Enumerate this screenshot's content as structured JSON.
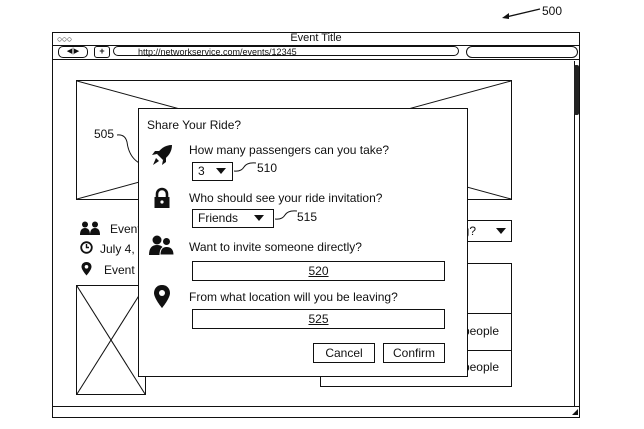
{
  "figure": {
    "number": "500",
    "ref_dialog": "505",
    "ref_passengers": "510",
    "ref_visibility": "515"
  },
  "window": {
    "title": "Event Title",
    "url": "http://networkservice.com/events/12345",
    "traffic_lights": "○○○",
    "nav_buttons": "◀|▶",
    "new_tab": "+"
  },
  "page": {
    "attendees": "Event",
    "date": "July 4,",
    "location": "Event",
    "rsvp_partial": "ng?",
    "people_1": "people",
    "people_2": "people"
  },
  "dialog": {
    "title": "Share Your Ride?",
    "passengers": {
      "question": "How many passengers can you take?",
      "value": "3"
    },
    "visibility": {
      "question": "Who should see your ride invitation?",
      "value": "Friends"
    },
    "invite": {
      "question": "Want to invite someone directly?",
      "value": "520"
    },
    "leaving": {
      "question": "From what location will you be leaving?",
      "value": "525"
    },
    "cancel_label": "Cancel",
    "confirm_label": "Confirm"
  },
  "icons": [
    "rocket-icon",
    "lock-icon",
    "users-icon",
    "map-pin-icon",
    "people-icon",
    "clock-icon",
    "location-icon"
  ]
}
